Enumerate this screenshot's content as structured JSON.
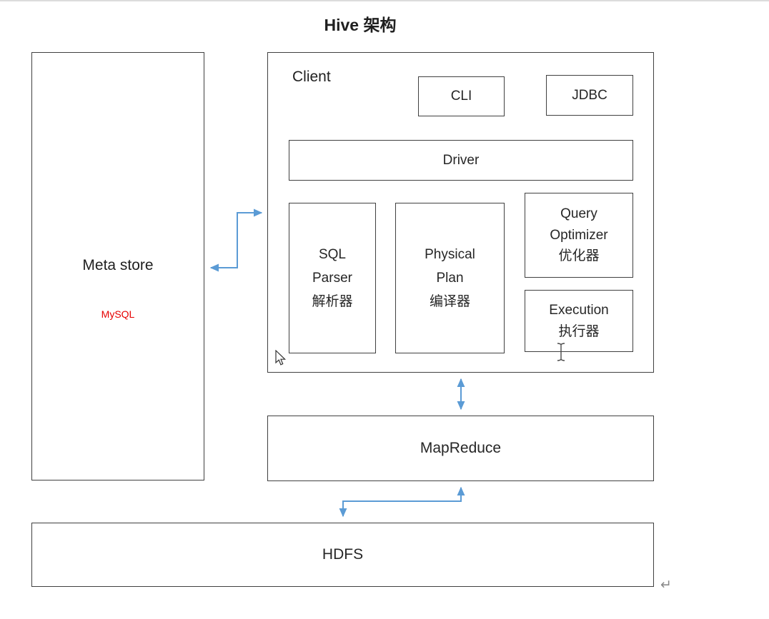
{
  "title": "Hive 架构",
  "colors": {
    "arrow": "#5b9bd5",
    "mysql_red": "#e60000",
    "box_border": "#404040",
    "text": "#262626"
  },
  "nodes": {
    "meta_store": {
      "label": "Meta store",
      "sublabel": "MySQL"
    },
    "client": {
      "label": "Client"
    },
    "cli": {
      "label": "CLI"
    },
    "jdbc": {
      "label": "JDBC"
    },
    "driver": {
      "label": "Driver"
    },
    "sql_parser": {
      "label": "SQL\nParser\n解析器"
    },
    "physical_plan": {
      "label": "Physical\nPlan\n编译器"
    },
    "query_optimizer": {
      "label": "Query\nOptimizer\n优化器"
    },
    "execution": {
      "label": "Execution\n执行器"
    },
    "mapreduce": {
      "label": "MapReduce"
    },
    "hdfs": {
      "label": "HDFS"
    }
  },
  "edges": [
    {
      "from": "client",
      "to": "meta_store",
      "style": "elbow",
      "double_headed": true
    },
    {
      "from": "client",
      "to": "mapreduce",
      "style": "straight",
      "double_headed": true
    },
    {
      "from": "mapreduce",
      "to": "hdfs",
      "style": "elbow",
      "double_headed": true
    }
  ],
  "marks": {
    "return_mark": "↵"
  }
}
